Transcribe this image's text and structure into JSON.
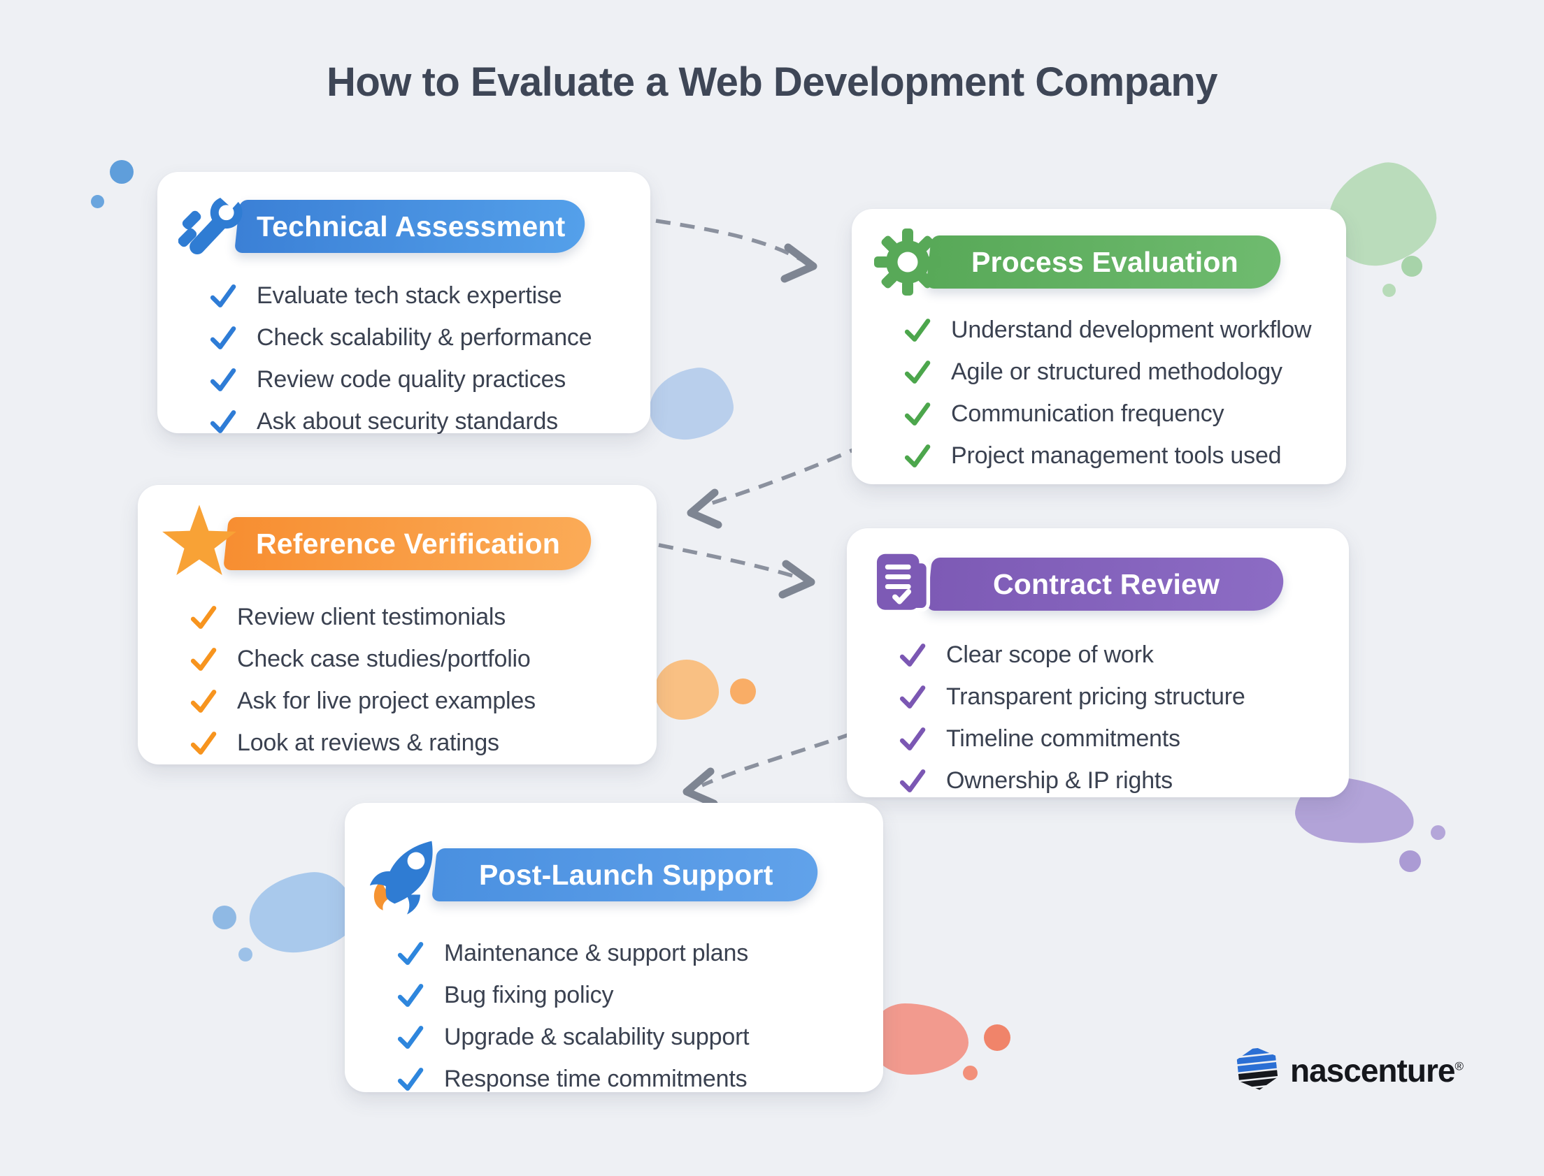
{
  "title": "How to Evaluate a Web Development Company",
  "cards": [
    {
      "id": "technical-assessment",
      "title": "Technical Assessment",
      "icon": "wrench-icon",
      "accent": "#3b80d6",
      "accent_light": "#54a0ea",
      "check_color": "#2e7cd6",
      "items": [
        "Evaluate tech stack expertise",
        "Check scalability & performance",
        "Review code quality practices",
        "Ask about security standards"
      ]
    },
    {
      "id": "process-evaluation",
      "title": "Process Evaluation",
      "icon": "gear-icon",
      "accent": "#58a958",
      "accent_light": "#6fbb6f",
      "check_color": "#4ca64c",
      "items": [
        "Understand development workflow",
        "Agile or structured methodology",
        "Communication frequency",
        "Project management tools used"
      ]
    },
    {
      "id": "reference-verification",
      "title": "Reference Verification",
      "icon": "star-icon",
      "accent": "#f78e31",
      "accent_light": "#fbab57",
      "check_color": "#f7941e",
      "items": [
        "Review client testimonials",
        "Check case studies/portfolio",
        "Ask for live project examples",
        "Look at reviews & ratings"
      ]
    },
    {
      "id": "contract-review",
      "title": "Contract Review",
      "icon": "contract-icon",
      "accent": "#7d5ab5",
      "accent_light": "#8c6cc4",
      "check_color": "#7b57b3",
      "items": [
        "Clear scope of work",
        "Transparent pricing structure",
        "Timeline commitments",
        "Ownership & IP rights"
      ]
    },
    {
      "id": "post-launch-support",
      "title": "Post-Launch Support",
      "icon": "rocket-icon",
      "accent": "#4a90e0",
      "accent_light": "#61a2ea",
      "check_color": "#2e86dd",
      "items": [
        "Maintenance & support plans",
        "Bug fixing policy",
        "Upgrade & scalability support",
        "Response time commitments"
      ]
    }
  ],
  "logo": {
    "brand": "nascenture",
    "registered_mark": "®"
  },
  "colors": {
    "background": "#eef0f4",
    "title_color": "#3e4656",
    "item_text_color": "#3a4150",
    "arrow_color": "#8b919e"
  }
}
